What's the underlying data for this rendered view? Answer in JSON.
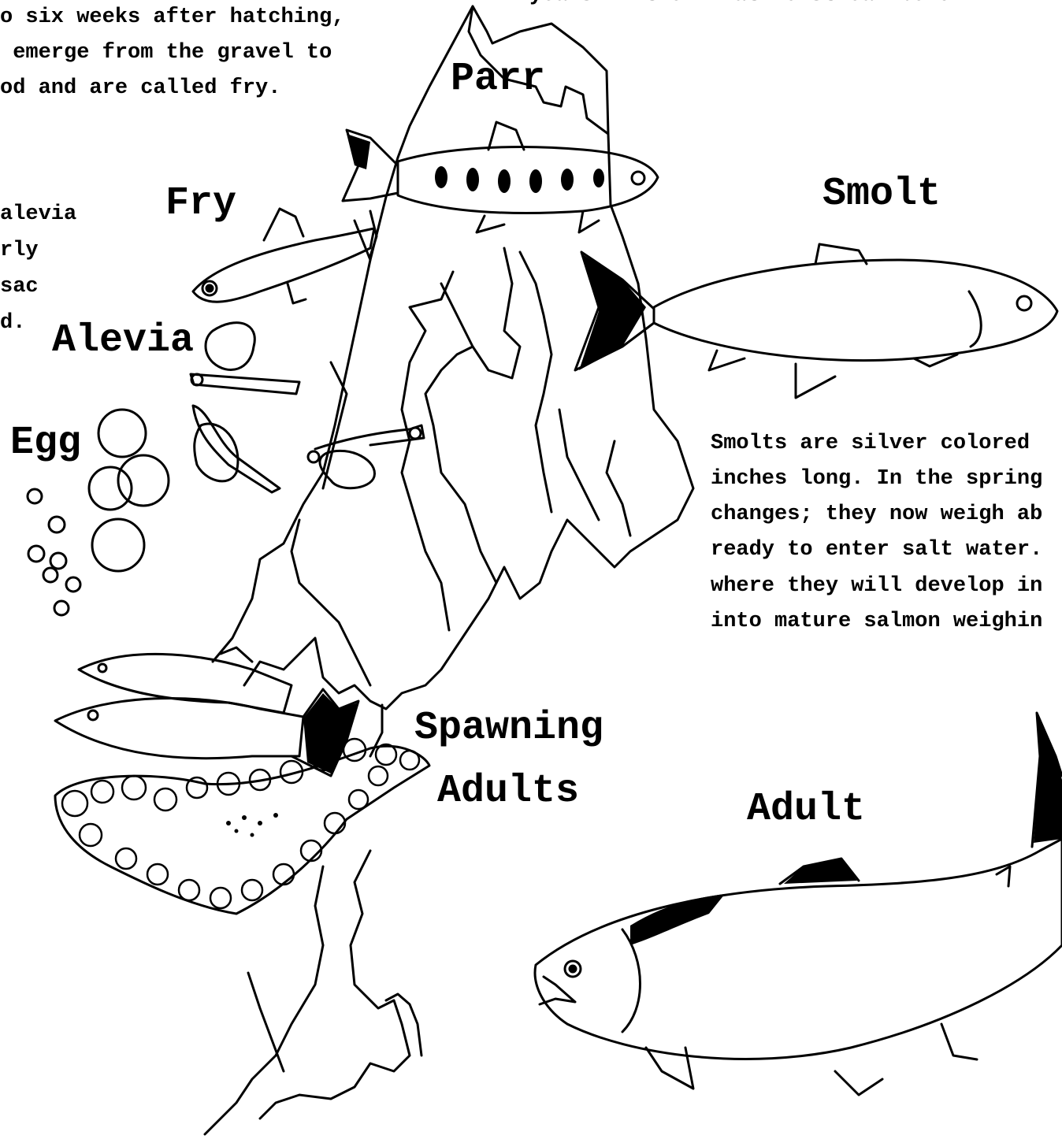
{
  "diagram": {
    "labels": {
      "parr": "Parr",
      "fry": "Fry",
      "smolt": "Smolt",
      "alevia": "Alevia",
      "egg": "Egg",
      "spawning": "Spawning",
      "adults": "Adults",
      "adult": "Adult"
    },
    "text_blocks": {
      "top_cut": "years in their native stream befo",
      "fry_lines": [
        "o six weeks after hatching,",
        " emerge from the gravel to",
        "od and are called fry."
      ],
      "alevia_lines": [
        "alevia",
        "rly",
        "sac",
        "d."
      ],
      "smolt_lines": [
        "Smolts are silver colored",
        "inches long. In the spring",
        "changes; they now weigh ab",
        "ready to enter salt water.",
        "where they will develop in",
        "into mature salmon weighin"
      ]
    },
    "colors": {
      "ink": "#000000",
      "paper": "#ffffff"
    }
  }
}
